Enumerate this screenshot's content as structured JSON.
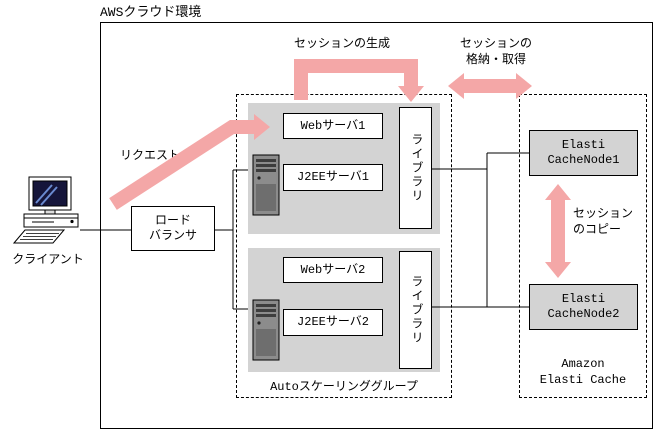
{
  "colors": {
    "arrow_pink": "#f4a7a7",
    "group_gray": "#d3d3d3",
    "line": "#000000"
  },
  "title": "AWSクラウド環境",
  "client": {
    "label": "クライアント"
  },
  "load_balancer": {
    "label": "ロード\nバランサ"
  },
  "arrows": {
    "request": "リクエスト",
    "session_create": "セッションの生成",
    "session_store": "セッションの\n格納・取得",
    "session_copy": "セッション\nのコピー"
  },
  "autoscaling_group": {
    "label": "Autoスケーリンググループ",
    "servers": [
      {
        "web": "Webサーバ1",
        "j2ee": "J2EEサーバ1",
        "library": "ライブラリ"
      },
      {
        "web": "Webサーバ2",
        "j2ee": "J2EEサーバ2",
        "library": "ライブラリ"
      }
    ]
  },
  "elasticache": {
    "label": "Amazon\nElasti Cache",
    "nodes": [
      {
        "label": "Elasti\nCacheNode1"
      },
      {
        "label": "Elasti\nCacheNode2"
      }
    ]
  },
  "icons": {
    "client": "desktop-computer-icon",
    "server": "server-tower-icon"
  }
}
